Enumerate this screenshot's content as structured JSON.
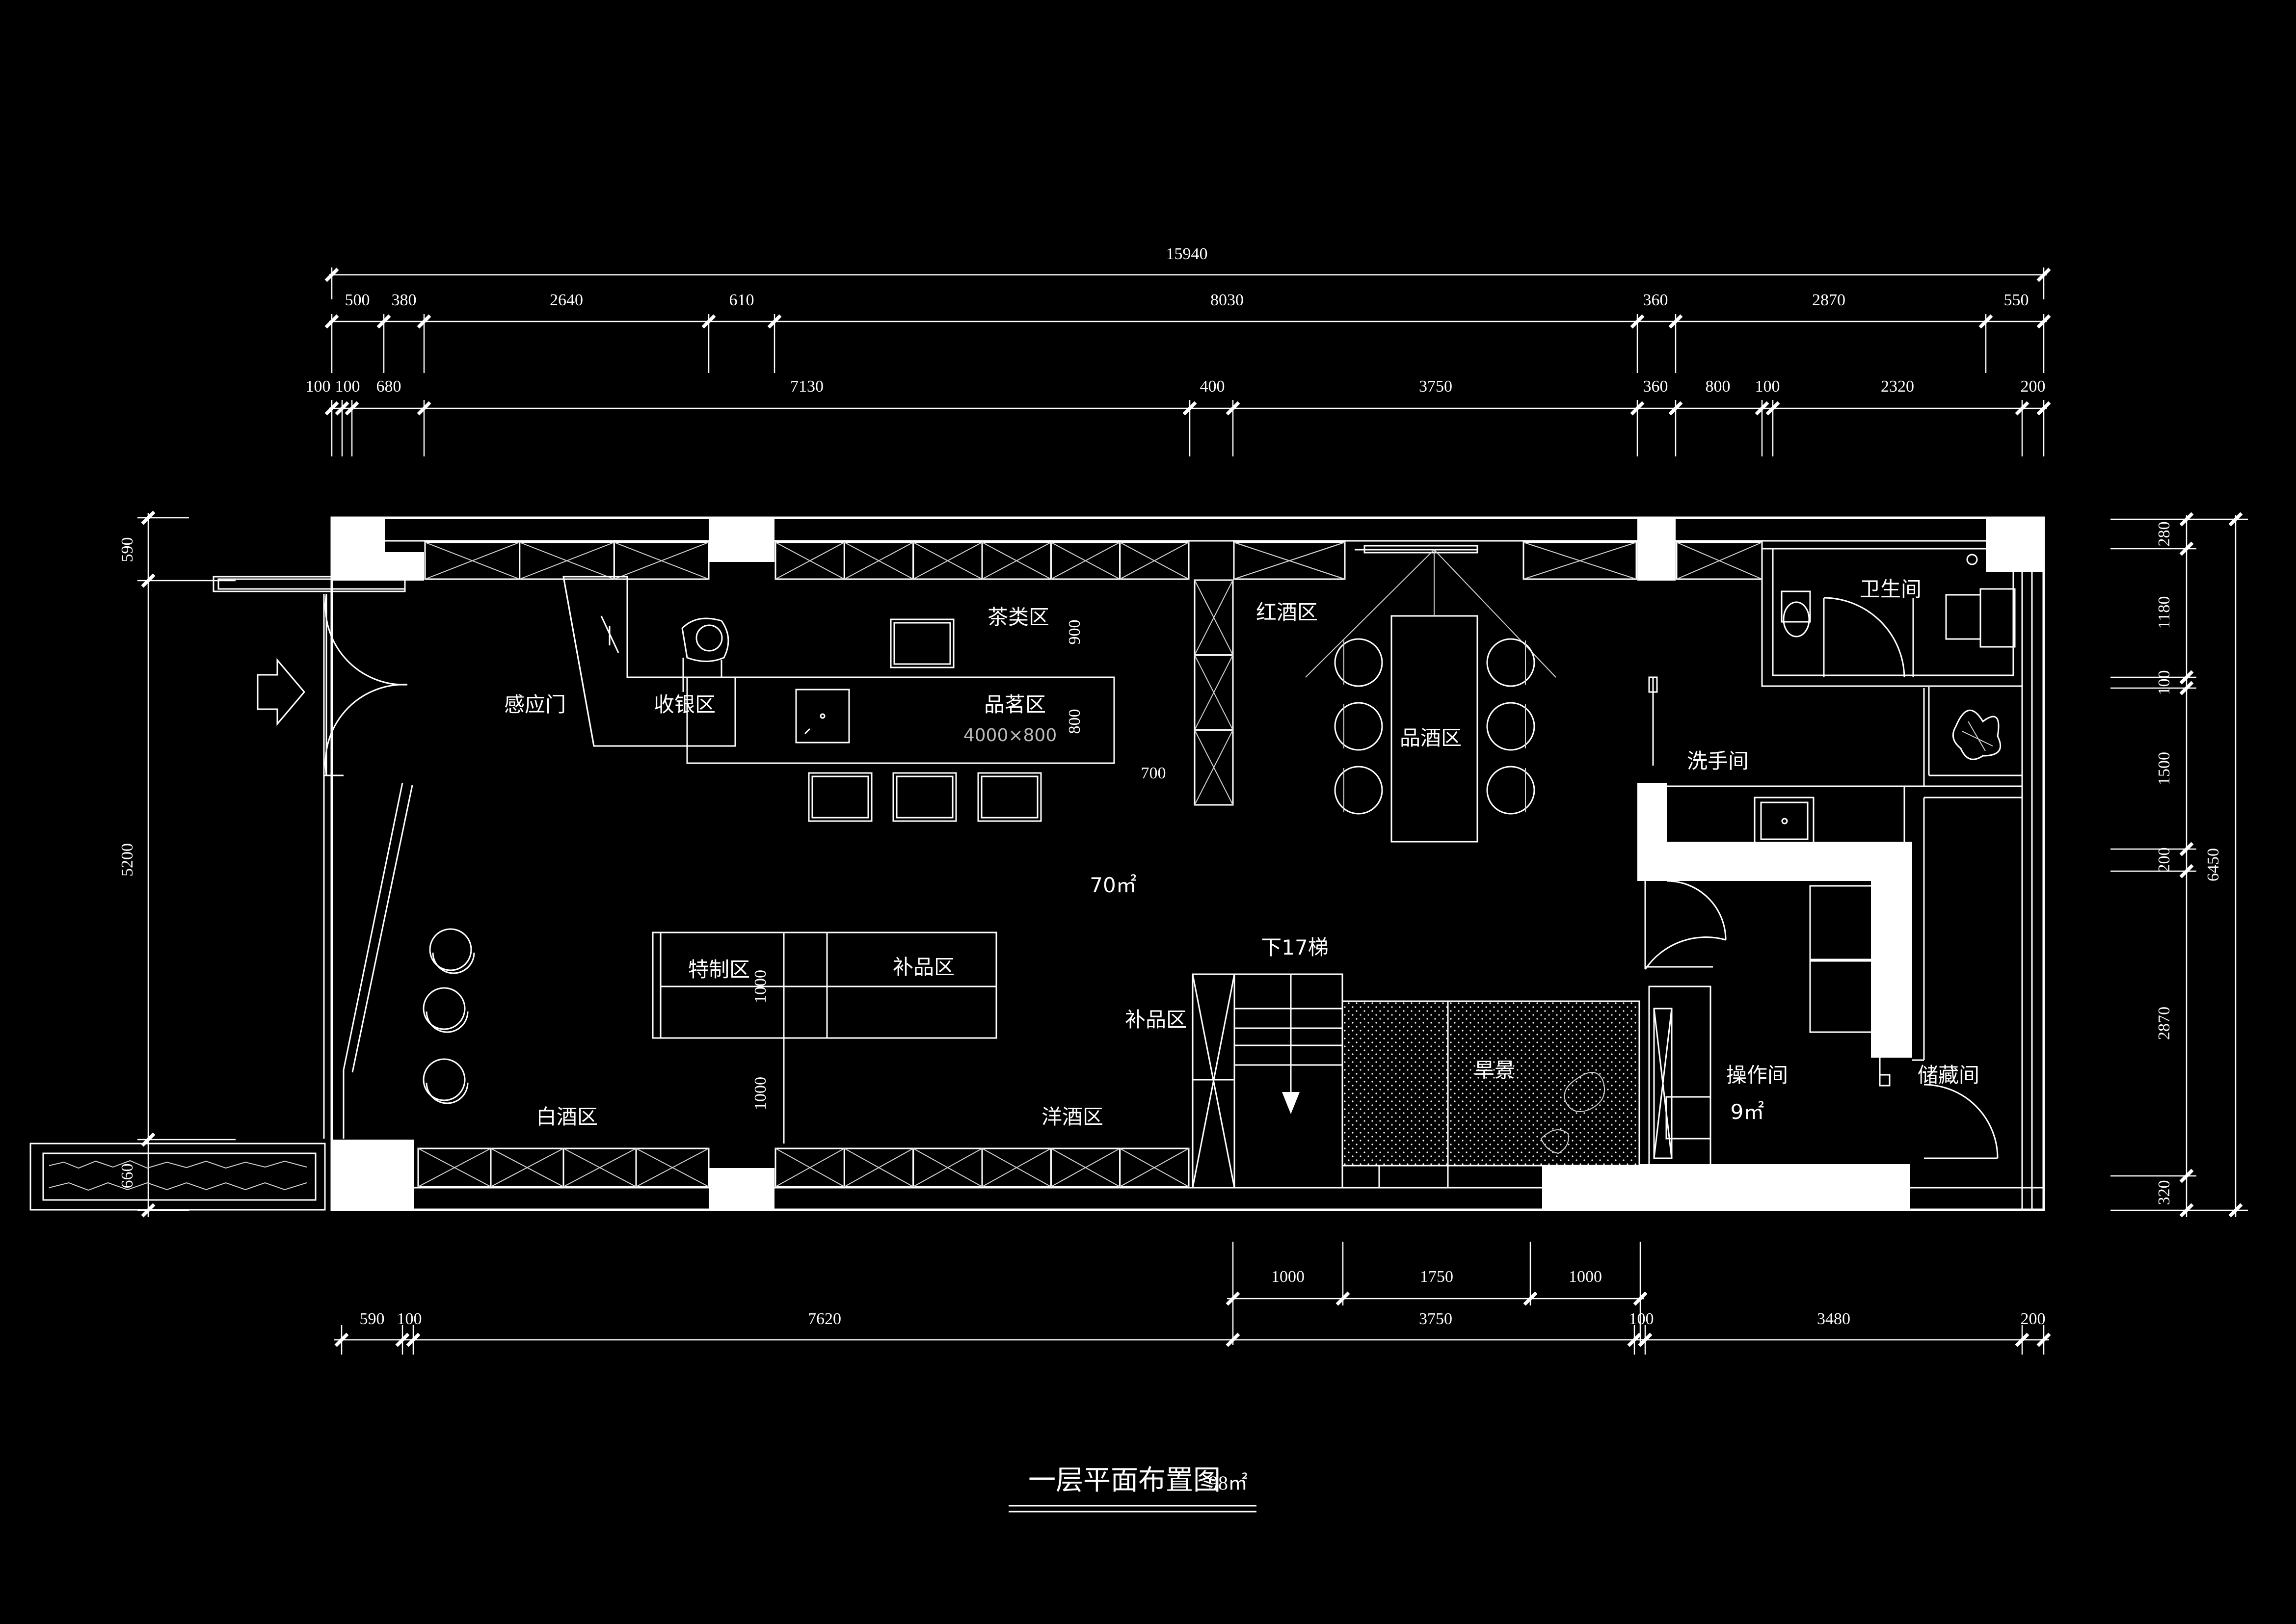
{
  "drawing": {
    "title": "一层平面布置图",
    "area": "98㎡"
  },
  "rooms": {
    "ganying": "感应门",
    "shouyin": "收银区",
    "chalei": "茶类区",
    "pinming": "品茗区",
    "pinming_size": "4000×800",
    "hongjiu": "红酒区",
    "pinjiu": "品酒区",
    "weishengjian": "卫生间",
    "xishoujian": "洗手间",
    "area70": "70㎡",
    "xia17ti": "下17梯",
    "tezhi": "特制区",
    "bupin1": "补品区",
    "bupin2": "补品区",
    "hanjing": "旱景",
    "caozuojian": "操作间",
    "caozuo_area": "9㎡",
    "chucangjian": "储藏间",
    "baijiu": "白酒区",
    "yangjiu": "洋酒区"
  },
  "dims": {
    "top1": [
      "15940"
    ],
    "top2": [
      "500",
      "380",
      "2640",
      "610",
      "8030",
      "360",
      "2870",
      "550"
    ],
    "top3": [
      "100",
      "100",
      "680",
      "7130",
      "400",
      "3750",
      "360",
      "800",
      "100",
      "2320",
      "200"
    ],
    "bottom1": [
      "1000",
      "1750",
      "1000"
    ],
    "bottom2": [
      "590",
      "100",
      "7620",
      "3750",
      "100",
      "3480",
      "200"
    ],
    "right1": [
      "280",
      "1180",
      "100",
      "1500",
      "200",
      "2870",
      "320"
    ],
    "right_total": "6450",
    "left": [
      "590",
      "5200",
      "660"
    ],
    "inner": [
      "900",
      "800",
      "700",
      "1000",
      "1000",
      "1750"
    ]
  }
}
